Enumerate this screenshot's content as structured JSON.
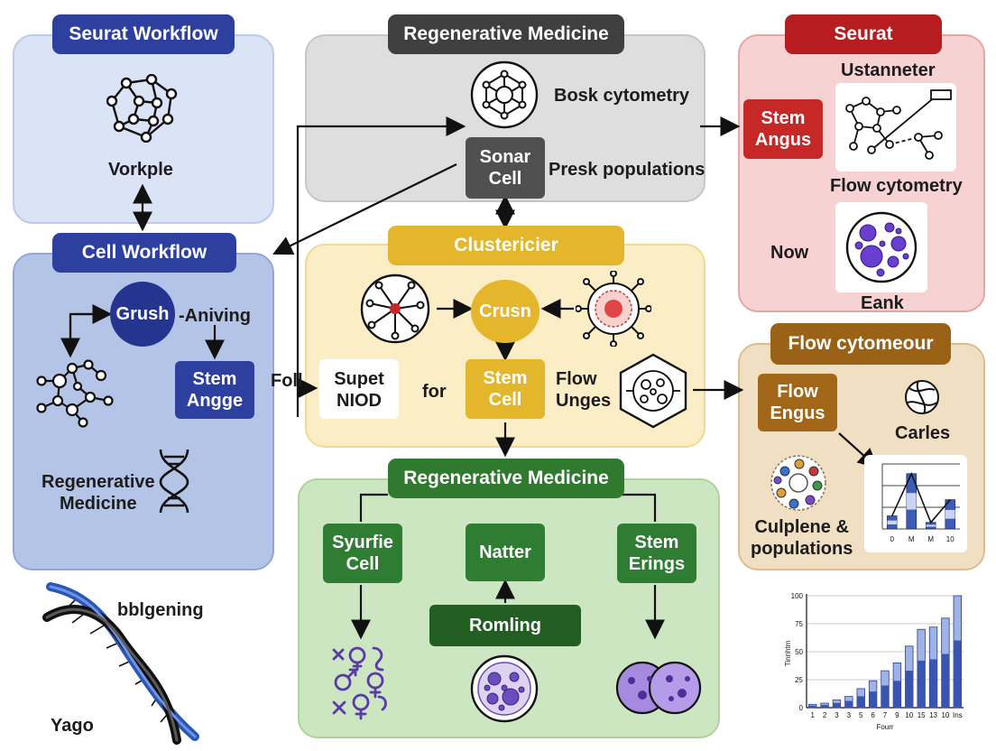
{
  "panels": {
    "seurat_workflow": {
      "title": "Seurat Workflow",
      "label": "Vorkple"
    },
    "cell_workflow": {
      "title": "Cell Workflow",
      "node": "Grush",
      "aside": "-Aniving",
      "box": [
        "Stem",
        "Angge"
      ],
      "footer": [
        "Regenerative",
        "Medicine"
      ],
      "side_text": "Foll"
    },
    "regenerative_top": {
      "title": "Regenerative Medicine",
      "label1": "Bosk cytometry",
      "box": [
        "Sonar",
        "Cell"
      ],
      "label2": "Presk populations"
    },
    "clustering": {
      "title": "Clustericier",
      "node": "Crusn",
      "card": [
        "Supet",
        "NIOD"
      ],
      "for_text": "for",
      "box": [
        "Stem",
        "Cell"
      ],
      "flow_text": [
        "Flow",
        "Unges"
      ]
    },
    "regenerative_bottom": {
      "title": "Regenerative Medicine",
      "box1": [
        "Syurfie",
        "Cell"
      ],
      "box2": "Natter",
      "box3": [
        "Stem",
        "Erings"
      ],
      "box4": "Romling"
    },
    "seurat": {
      "title": "Seurat",
      "label1": "Ustanneter",
      "box": [
        "Stem",
        "Angus"
      ],
      "label2": "Flow cytometry",
      "label3": "Now",
      "label4": "Eank"
    },
    "flow": {
      "title": "Flow cytomeour",
      "box": [
        "Flow",
        "Engus"
      ],
      "label1": "Carles",
      "label2": [
        "Culplene &",
        "populations"
      ]
    }
  },
  "misc": {
    "dna_label": "bblgening",
    "dna_caption": "Yago"
  },
  "colors": {
    "blue_header": "#2d40a0",
    "navy_node": "#24348f",
    "gray_header": "#3f3f3f",
    "gray_box": "#505050",
    "yellow_header": "#e3b62b",
    "yellow_box": "#e3b62b",
    "green_header": "#2f7a2e",
    "green_box": "#2e7d32",
    "red_header": "#b71d1f",
    "red_box": "#c62828",
    "brown_header": "#9a6216",
    "brown_box": "#a26618"
  },
  "chart_data": [
    {
      "type": "bar",
      "categories": [
        "0",
        "M",
        "M",
        "10"
      ],
      "values": [
        2,
        8.5,
        1,
        4.5
      ],
      "ylim": [
        0,
        10
      ],
      "title": "",
      "xlabel": "",
      "ylabel": ""
    },
    {
      "type": "bar",
      "categories": [
        "1",
        "2",
        "3",
        "3",
        "5",
        "6",
        "7",
        "9",
        "10",
        "15",
        "13",
        "10",
        "Ins"
      ],
      "values": [
        3,
        4,
        7,
        10,
        17,
        24,
        33,
        40,
        55,
        70,
        72,
        80,
        100
      ],
      "ylim": [
        0,
        100
      ],
      "yticks": [
        "0",
        "25",
        "50",
        "75",
        "100"
      ],
      "ylabel": "Tinnhtm",
      "xlabel": "Fourr",
      "title": ""
    }
  ]
}
